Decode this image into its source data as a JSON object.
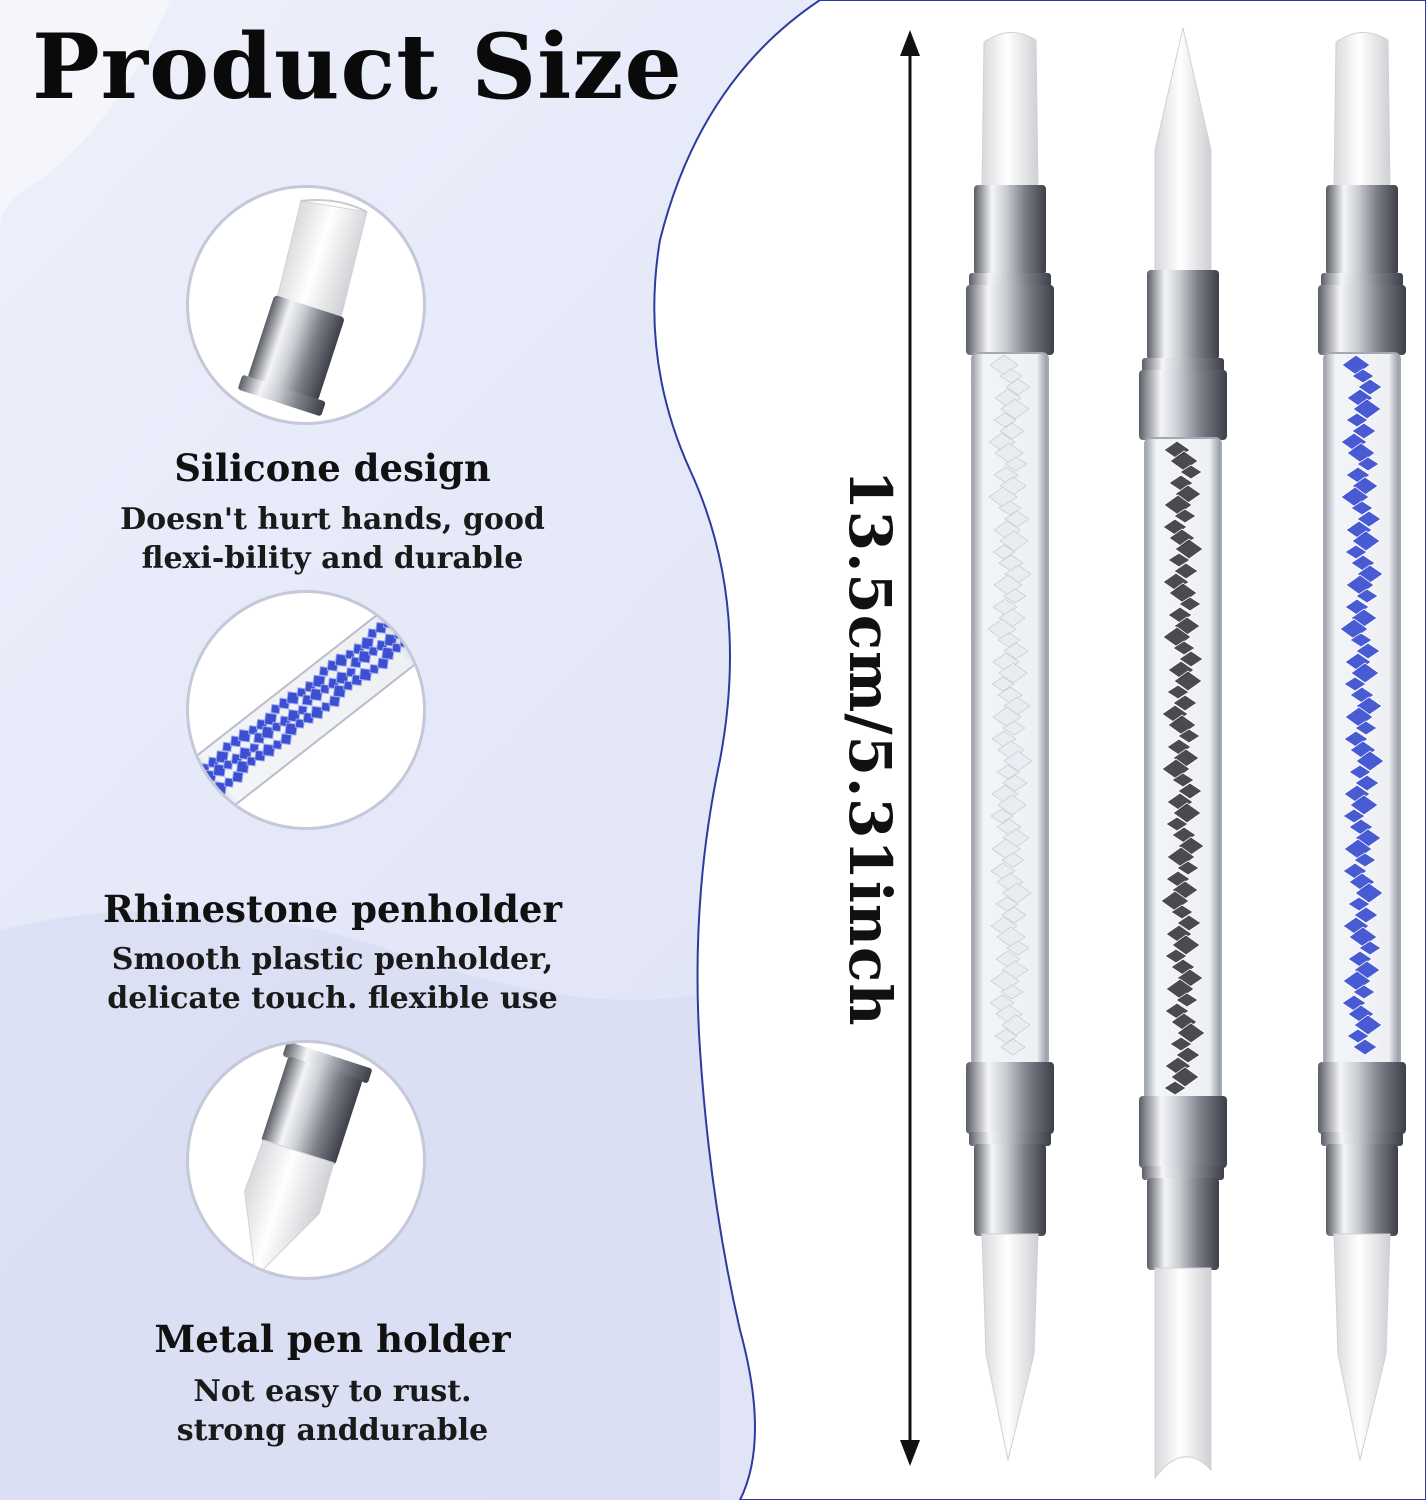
{
  "title": "Product Size",
  "features": [
    {
      "heading": "Silicone design",
      "desc_lines": [
        "Doesn't hurt hands, good",
        "flexi-bility and durable"
      ]
    },
    {
      "heading": "Rhinestone penholder",
      "desc_lines": [
        "Smooth plastic penholder,",
        "delicate touch. flexible use"
      ]
    },
    {
      "heading": "Metal pen holder",
      "desc_lines": [
        "Not easy to rust.",
        "strong anddurable"
      ]
    }
  ],
  "dimension_label": "13.5cm/5.31inch",
  "pens": [
    {
      "name": "white",
      "crystal_color": "#e9ecf1"
    },
    {
      "name": "black",
      "crystal_color": "#3b3d44"
    },
    {
      "name": "blue",
      "crystal_color": "#3b4fd0"
    }
  ],
  "colors": {
    "accent_blue": "#2c3c9e",
    "bg_lavender": "#e6e9f7"
  }
}
